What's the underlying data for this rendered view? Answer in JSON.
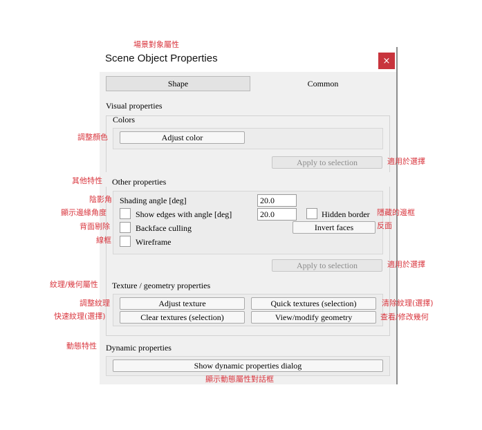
{
  "window": {
    "title": "Scene Object Properties",
    "title_annotation": "場景對象屬性",
    "close_label": "×"
  },
  "tabs": [
    {
      "label": "Shape",
      "active": true
    },
    {
      "label": "Common",
      "active": false
    }
  ],
  "visual": {
    "heading": "Visual properties",
    "colors_heading": "Colors",
    "adjust_color_label": "Adjust color",
    "adjust_color_annotation": "調整顏色",
    "apply_label": "Apply to selection",
    "apply_annotation": "適用於選擇"
  },
  "other": {
    "heading": "Other properties",
    "heading_annotation": "其他特性",
    "shading_angle_label": "Shading angle [deg]",
    "shading_angle_annotation": "陰影角",
    "shading_angle_value": "20.0",
    "show_edges_label": "Show edges with angle [deg]",
    "show_edges_annotation": "顯示邊緣角度",
    "show_edges_value": "20.0",
    "hidden_border_label": "Hidden border",
    "hidden_border_annotation": "隱藏的邊框",
    "backface_label": "Backface culling",
    "backface_annotation": "背面剔除",
    "invert_faces_label": "Invert faces",
    "invert_faces_annotation": "反面",
    "wireframe_label": "Wireframe",
    "wireframe_annotation": "線框",
    "apply_label": "Apply to selection",
    "apply_annotation": "適用於選擇"
  },
  "texture": {
    "heading": "Texture / geometry properties",
    "heading_annotation": "紋理/幾何屬性",
    "adjust_texture_label": "Adjust texture",
    "adjust_texture_annotation": "調整紋理",
    "quick_textures_label": "Quick textures (selection)",
    "quick_textures_annotation": "清除紋理(選擇)",
    "clear_textures_label": "Clear textures (selection)",
    "clear_textures_annotation": "快速紋理(選擇)",
    "view_geometry_label": "View/modify geometry",
    "view_geometry_annotation": "查看/修改幾何"
  },
  "dynamic": {
    "heading": "Dynamic properties",
    "heading_annotation": "動態特性",
    "show_dialog_label": "Show dynamic properties dialog",
    "show_dialog_annotation": "顯示動態屬性對話框"
  },
  "colors": {
    "annotation": "#d9363e",
    "close_button": "#c8343d",
    "panel": "#f0f0f0"
  }
}
